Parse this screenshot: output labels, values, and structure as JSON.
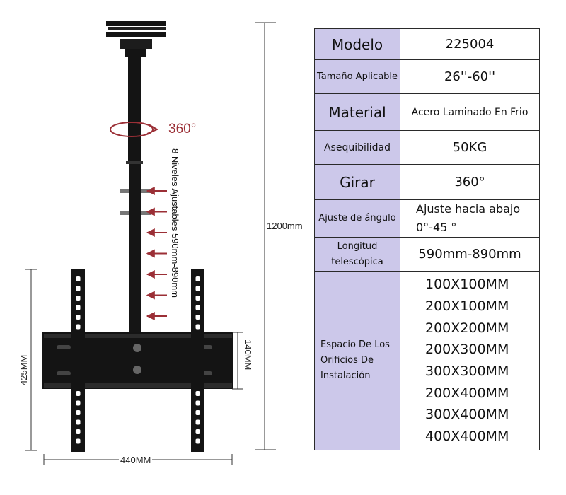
{
  "diagram": {
    "rotation_label": "360°",
    "levels_label": "8 Niveles Ajustables 590mm-890mm",
    "height_label": "1200mm",
    "plate_height_label": "425MM",
    "bar_height_label": "140MM",
    "width_label": "440MM",
    "colors": {
      "arrow": "#9b2f36",
      "mount": "#141414"
    },
    "icons": [
      "rotation-arrow-icon",
      "adjustment-arrow-icon"
    ]
  },
  "specs": {
    "colors": {
      "key_bg": "#ccc8ea",
      "value_bg": "#ffffff"
    },
    "modelo": {
      "key": "Modelo",
      "value": "225004"
    },
    "tamano": {
      "key": "Tamaño Aplicable",
      "value": "26''-60''"
    },
    "material": {
      "key": "Material",
      "value": "Acero Laminado En Frio"
    },
    "asequibilidad": {
      "key": "Asequibilidad",
      "value": "50KG"
    },
    "girar": {
      "key": "Girar",
      "value": "360°"
    },
    "ajuste": {
      "key": "Ajuste de ángulo",
      "value_line1": "Ajuste hacia abajo",
      "value_line2": "0°-45 °"
    },
    "longitud": {
      "key": "Longitud telescópica",
      "value": "590mm-890mm"
    },
    "espacio": {
      "key": "Espacio De Los Orificios De Instalación",
      "holes": [
        "100X100MM",
        "200X100MM",
        "200X200MM",
        "200X300MM",
        "300X300MM",
        "200X400MM",
        "300X400MM",
        "400X400MM"
      ]
    }
  }
}
